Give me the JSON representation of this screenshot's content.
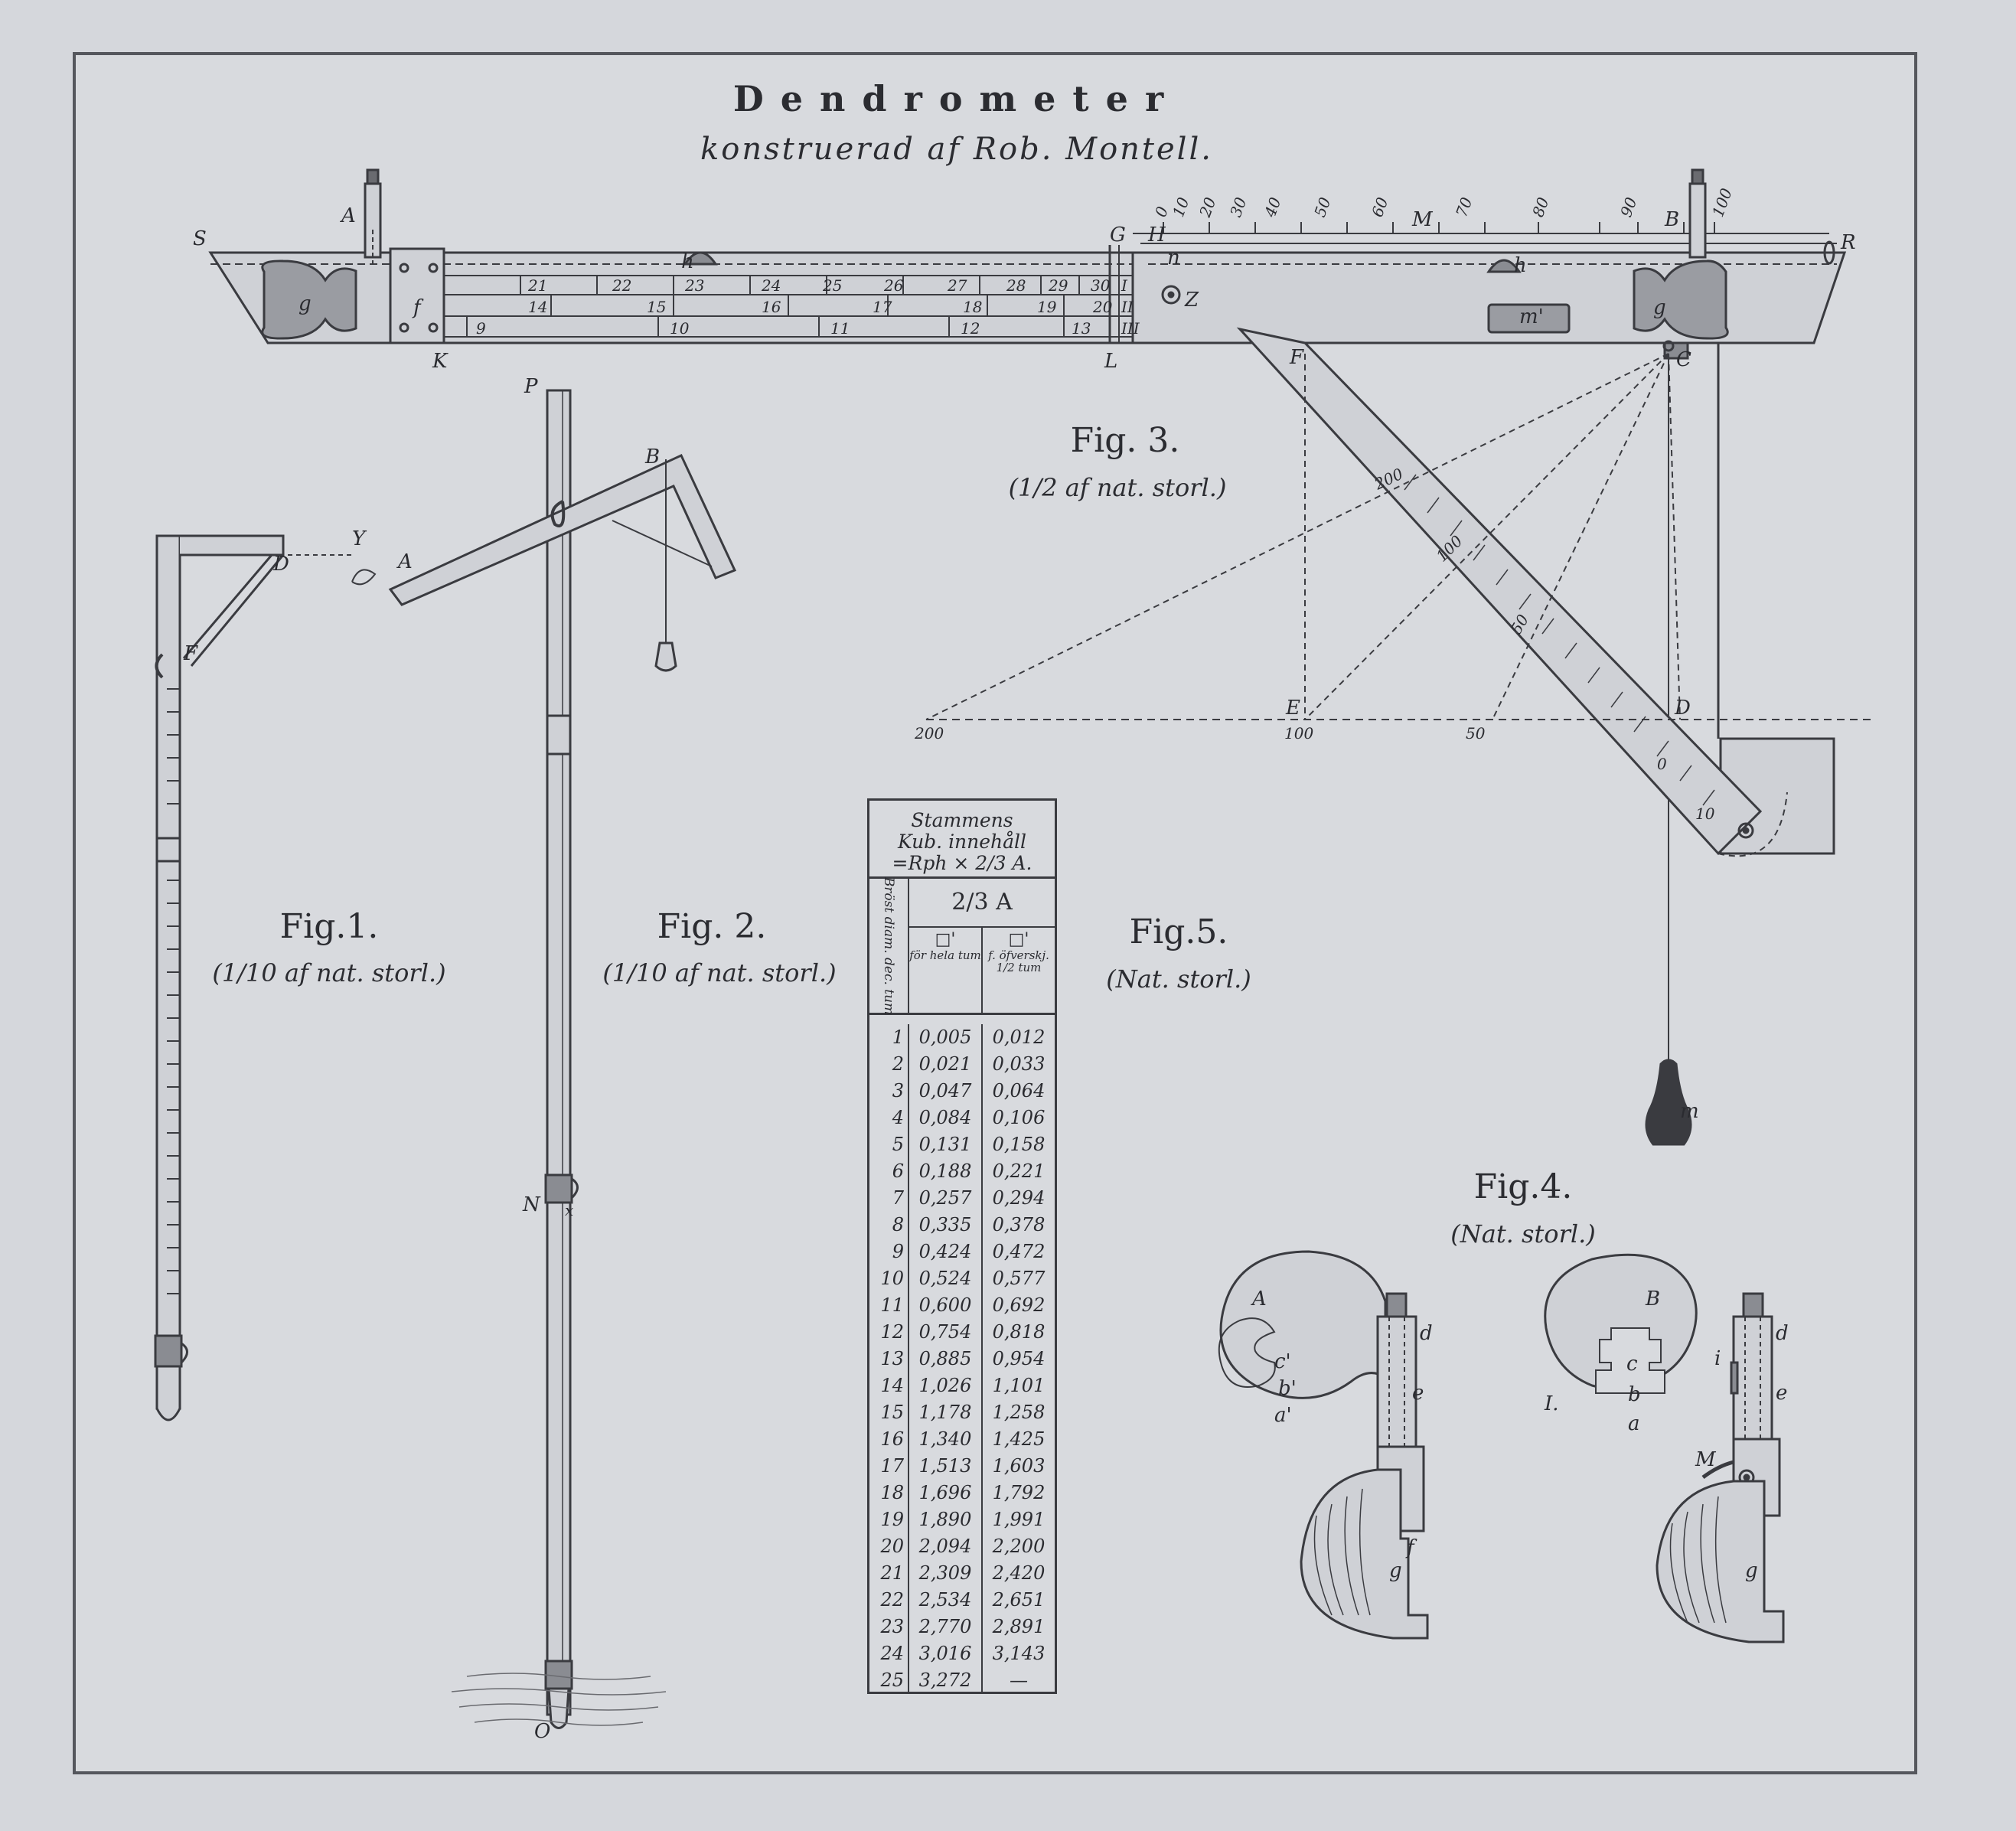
{
  "title": "Dendrometer",
  "subtitle": "konstruerad af Rob. Montell.",
  "figures": [
    {
      "title": "Fig.1.",
      "scale": "(1/10 af nat. storl.)"
    },
    {
      "title": "Fig. 2.",
      "scale": "(1/10 af nat. storl.)"
    },
    {
      "title": "Fig. 3.",
      "scale": "(1/2 af nat. storl.)"
    },
    {
      "title": "Fig.4.",
      "scale": "(Nat. storl.)"
    },
    {
      "title": "Fig.5.",
      "scale": "(Nat. storl.)"
    }
  ],
  "fig1_labels": {
    "Y": "Y",
    "D": "D",
    "F": "F"
  },
  "fig2_labels": {
    "P": "P",
    "B": "B",
    "A": "A",
    "N": "N",
    "x": "x",
    "O": "O"
  },
  "fig3_labels": {
    "S": "S",
    "A": "A",
    "G": "G",
    "H": "H",
    "M": "M",
    "B": "B",
    "R": "R",
    "K": "K",
    "L": "L",
    "F": "F",
    "C": "C",
    "E": "E",
    "D": "D",
    "Z": "Z",
    "g": "g",
    "f": "f",
    "h": "h",
    "n": "n",
    "m": "m",
    "m2": "m'",
    "I": "I",
    "II": "II",
    "III": "III"
  },
  "fig3_scale_row1": [
    "21",
    "22",
    "23",
    "24",
    "25",
    "26",
    "27",
    "28",
    "29",
    "30"
  ],
  "fig3_scale_row2": [
    "14",
    "15",
    "16",
    "17",
    "18",
    "19",
    "20"
  ],
  "fig3_scale_row3": [
    "9",
    "10",
    "11",
    "12",
    "13"
  ],
  "fig3_top_scale": [
    "0",
    "10",
    "20",
    "30",
    "40",
    "50",
    "60",
    "70",
    "80",
    "90",
    "100"
  ],
  "fig3_diag_scale": [
    "200",
    "100",
    "50",
    "0",
    "10"
  ],
  "fig3_ground_scale": [
    "200",
    "100",
    "50"
  ],
  "fig4_labels": {
    "A": "A",
    "B": "B",
    "d": "d",
    "e": "e",
    "c1": "c'",
    "b1": "b'",
    "a1": "a'",
    "g": "g",
    "f": "f",
    "I": "I.",
    "c": "c",
    "b": "b",
    "a": "a",
    "i": "i",
    "M": "M"
  },
  "table": {
    "head_line1": "Stammens",
    "head_line2": "Kub. innehåll",
    "head_line3": "=Rph × 2/3 A.",
    "diam_header": "Bröst diam. dec. tum",
    "a_header": "2/3 A",
    "col1_symbol": "□'",
    "col1_header": "för hela tum",
    "col2_symbol": "□'",
    "col2_header": "f. öfverskj. 1/2 tum",
    "rows": [
      [
        "1",
        "0,005",
        "0,012"
      ],
      [
        "2",
        "0,021",
        "0,033"
      ],
      [
        "3",
        "0,047",
        "0,064"
      ],
      [
        "4",
        "0,084",
        "0,106"
      ],
      [
        "5",
        "0,131",
        "0,158"
      ],
      [
        "6",
        "0,188",
        "0,221"
      ],
      [
        "7",
        "0,257",
        "0,294"
      ],
      [
        "8",
        "0,335",
        "0,378"
      ],
      [
        "9",
        "0,424",
        "0,472"
      ],
      [
        "10",
        "0,524",
        "0,577"
      ],
      [
        "11",
        "0,600",
        "0,692"
      ],
      [
        "12",
        "0,754",
        "0,818"
      ],
      [
        "13",
        "0,885",
        "0,954"
      ],
      [
        "14",
        "1,026",
        "1,101"
      ],
      [
        "15",
        "1,178",
        "1,258"
      ],
      [
        "16",
        "1,340",
        "1,425"
      ],
      [
        "17",
        "1,513",
        "1,603"
      ],
      [
        "18",
        "1,696",
        "1,792"
      ],
      [
        "19",
        "1,890",
        "1,991"
      ],
      [
        "20",
        "2,094",
        "2,200"
      ],
      [
        "21",
        "2,309",
        "2,420"
      ],
      [
        "22",
        "2,534",
        "2,651"
      ],
      [
        "23",
        "2,770",
        "2,891"
      ],
      [
        "24",
        "3,016",
        "3,143"
      ],
      [
        "25",
        "3,272",
        "—"
      ]
    ]
  }
}
